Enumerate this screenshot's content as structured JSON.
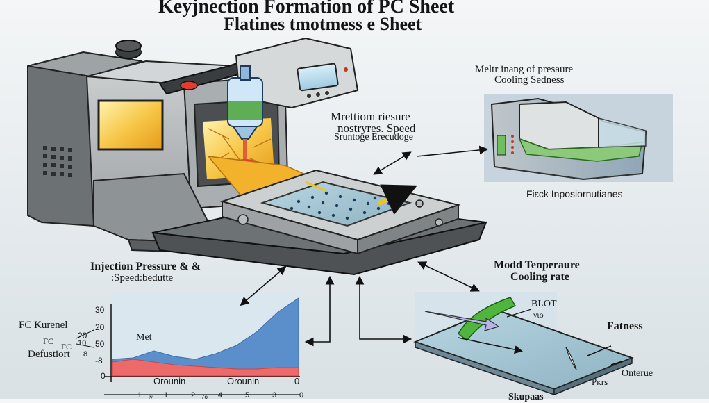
{
  "title": {
    "line1": "Keyjnection Formation of PC Sheet",
    "line2": "Flatines tmotmess e Sheet"
  },
  "labels": {
    "center_1": "Mrettiom riesure",
    "center_2": "nostryres. Speed",
    "center_3": "Sruntoge Erecudoge",
    "top_right_1": "Meltr inang of presaure",
    "top_right_2": "Cooling Sedness",
    "right_caption": "Fiεck Inposiornutianes",
    "injection_1": "Injection Pressure & &",
    "injection_2": ":Speed:bedutte",
    "mold_1": "Modd Tenperaure",
    "mold_2": "Cooling rate",
    "fc_1": "FC Kurenel",
    "fc_2": "ΓC",
    "fc_3": "ΓC",
    "fc_4": "Defustiort",
    "blot": "BLOT",
    "blot_sub": "νιο",
    "flatness": "Fatness",
    "onterue": "Onterue",
    "pers": "Ρκrs",
    "bottom_cut": "Skupaas"
  },
  "chart_data": {
    "type": "area",
    "title": "",
    "xlabel": "",
    "ylabel": "",
    "y_ticks": [
      "30",
      "20",
      "50",
      "-8",
      "0"
    ],
    "x_ticks_top": [
      "Orounin",
      "Orounin",
      "0"
    ],
    "x_ticks_bottom": [
      "1",
      "1",
      "2",
      "4",
      "5",
      "3",
      "0"
    ],
    "x_ticks_bottom_sub": [
      "ιν",
      "7ο"
    ],
    "side_ticks": [
      "20",
      "10",
      "8"
    ],
    "annotation": "Met",
    "series": [
      {
        "color": "#5a8fcc",
        "values": [
          12,
          13,
          18,
          14,
          12,
          16,
          22,
          32,
          46,
          56
        ]
      },
      {
        "color": "#ec6a6a",
        "values": [
          10,
          12,
          10,
          8,
          7,
          6,
          5,
          5,
          6,
          6
        ]
      }
    ]
  },
  "colors": {
    "machine_body": "#b6b9bb",
    "machine_dark": "#5d6264",
    "mold_plate": "#94c4df",
    "screen": "#bfe0ef",
    "hot_glow": "#f6bd2c",
    "nozzle_fluid": "#5fae55",
    "green_arrow": "#4fb53c"
  },
  "icons": [
    "injection-machine-illustration",
    "cooling-unit-illustration",
    "pc-sheet-illustration",
    "hopper-icon",
    "control-panel-icon"
  ]
}
